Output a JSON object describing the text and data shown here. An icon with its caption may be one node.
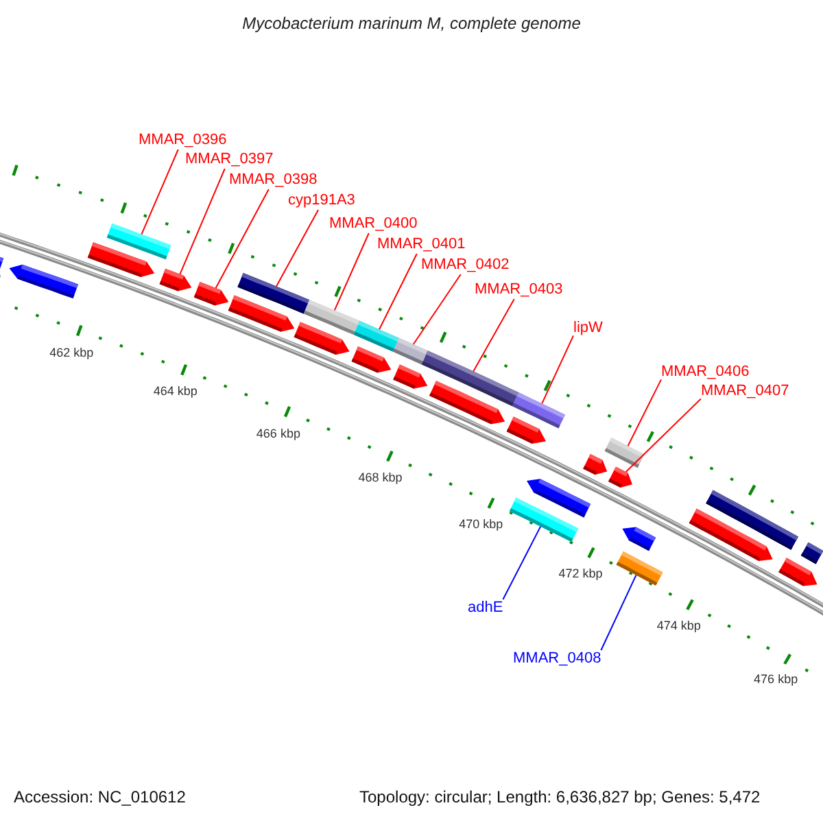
{
  "diagram": {
    "title": "Mycobacterium marinum M, complete genome",
    "nodes": [
      {
        "text": [
          "MMAR_0396"
        ]
      },
      {
        "text": [],
        "shape": "bar"
      },
      {
        "text": [
          "MMAR_0397"
        ]
      },
      {
        "text": [],
        "shape": "arrow"
      },
      {
        "text": [
          "MMAR_0398"
        ]
      },
      {
        "text": [],
        "shape": "arrow"
      },
      {
        "text": [
          "cyp191A3"
        ]
      },
      {
        "text": [],
        "shape": "bar"
      },
      {
        "text": [
          "MMAR_0400"
        ]
      },
      {
        "text": [],
        "shape": "bar"
      },
      {
        "text": [
          "MMAR_0401"
        ]
      },
      {
        "text": [],
        "shape": "bar"
      },
      {
        "text": [
          "MMAR_0402"
        ]
      },
      {
        "text": [],
        "shape": "bar"
      },
      {
        "text": [
          "MMAR_0403"
        ]
      },
      {
        "text": [],
        "shape": "bar"
      },
      {
        "text": [
          "lipW"
        ]
      },
      {
        "text": [],
        "shape": "bar"
      },
      {
        "text": [
          "MMAR_0406"
        ]
      },
      {
        "text": [],
        "shape": "bar"
      },
      {
        "text": [
          "MMAR_0407"
        ]
      },
      {
        "text": [],
        "shape": "arrow"
      },
      {
        "text": [
          "adhE"
        ]
      },
      {
        "text": [],
        "shape": "bar"
      },
      {
        "text": [
          "MMAR_0408"
        ]
      },
      {
        "text": [],
        "shape": "bar"
      },
      {
        "text": [],
        "shape": "bar"
      },
      {
        "text": [],
        "shape": "arrow"
      },
      {
        "text": [],
        "shape": "arrow"
      },
      {
        "text": [],
        "shape": "arrow"
      },
      {
        "text": [],
        "shape": "arrow"
      },
      {
        "text": [],
        "shape": "arrow"
      },
      {
        "text": [],
        "shape": "arrow"
      },
      {
        "text": [],
        "shape": "arrow"
      },
      {
        "text": [],
        "shape": "arrow"
      },
      {
        "text": [],
        "shape": "arrow"
      },
      {
        "text": [],
        "shape": "arrow"
      },
      {
        "text": [],
        "shape": "arrow"
      },
      {
        "text": [],
        "shape": "arrow"
      },
      {
        "text": [],
        "shape": "arrow"
      },
      {
        "text": [],
        "shape": "bar"
      },
      {
        "text": [],
        "shape": "arrow"
      },
      {
        "text": [],
        "shape": "bar"
      }
    ],
    "edges": [
      {
        "from": 0,
        "to": 1,
        "arrow": "none"
      },
      {
        "from": 2,
        "to": 3,
        "arrow": "none"
      },
      {
        "from": 4,
        "to": 5,
        "arrow": "none"
      },
      {
        "from": 6,
        "to": 7,
        "arrow": "none"
      },
      {
        "from": 8,
        "to": 9,
        "arrow": "none"
      },
      {
        "from": 10,
        "to": 11,
        "arrow": "none"
      },
      {
        "from": 12,
        "to": 13,
        "arrow": "none"
      },
      {
        "from": 14,
        "to": 15,
        "arrow": "none"
      },
      {
        "from": 16,
        "to": 17,
        "arrow": "none"
      },
      {
        "from": 18,
        "to": 19,
        "arrow": "none"
      },
      {
        "from": 20,
        "to": 21,
        "arrow": "none"
      },
      {
        "from": 22,
        "to": 23,
        "arrow": "none",
        "color": "#0000ff"
      },
      {
        "from": 24,
        "to": 25,
        "arrow": "none",
        "color": "#0000ff"
      }
    ],
    "labels": [
      "462 kbp",
      "464 kbp",
      "466 kbp",
      "468 kbp",
      "470 kbp",
      "472 kbp",
      "474 kbp",
      "476 kbp",
      "Accession: NC_010612",
      "Topology: circular; Length: 6,636,827 bp; Genes: 5,472"
    ]
  }
}
